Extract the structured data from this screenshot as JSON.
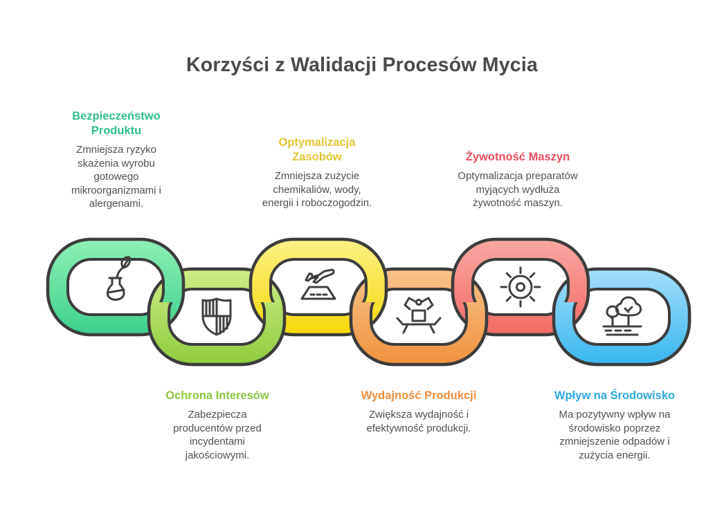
{
  "title": "Korzyści z Walidacji Procesów Mycia",
  "colors": {
    "title_text": "#4a4a4a",
    "body_text": "#4f4f4f",
    "chain_outline": "#3c3c3c",
    "icon_stroke": "#3f3f3f",
    "background": "#ffffff"
  },
  "benefits": [
    {
      "id": "product-safety",
      "heading": "Bezpieczeństwo\nProduktu",
      "body": "Zmniejsza ryzyko\nskażenia wyrobu\ngotowego\nmikroorganizmami i\nalergenami.",
      "heading_color": "#2fbe8c",
      "icon": "flask-plant-icon",
      "row": "top",
      "link_colors": {
        "top": "#8ff0b6",
        "bottom": "#3dd08d"
      }
    },
    {
      "id": "interest-protection",
      "heading": "Ochrona Interesów",
      "body": "Zabezpiecza\nproducentów przed\nincydentami\njakościowymi.",
      "heading_color": "#8cc63f",
      "icon": "shield-icon",
      "row": "bottom",
      "link_colors": {
        "top": "#cfec85",
        "bottom": "#8fcc3f"
      }
    },
    {
      "id": "resource-optimization",
      "heading": "Optymalizacja\nZasobów",
      "body": "Zmniejsza zużycie\nchemikaliów, wody,\nenergii i roboczogodzin.",
      "heading_color": "#e2c530",
      "icon": "plane-takeoff-icon",
      "row": "top",
      "link_colors": {
        "top": "#fbf187",
        "bottom": "#f6d90a"
      }
    },
    {
      "id": "production-efficiency",
      "heading": "Wydajność Produkcji",
      "body": "Zwiększa wydajność i\nefektywność produkcji.",
      "heading_color": "#ef8e3c",
      "icon": "robot-gripper-icon",
      "row": "bottom",
      "link_colors": {
        "top": "#f9c28a",
        "bottom": "#f0923e"
      }
    },
    {
      "id": "machine-lifespan",
      "heading": "Żywotność Maszyn",
      "body": "Optymalizacja preparatów\nmyjących wydłuża\nżywotność maszyn.",
      "heading_color": "#ea4f5c",
      "icon": "gear-icon",
      "row": "top",
      "link_colors": {
        "top": "#faa8a3",
        "bottom": "#f26a64"
      }
    },
    {
      "id": "environment-impact",
      "heading": "Wpływ na Środowisko",
      "body": "Ma pozytywny wpływ na\nśrodowisko poprzez\nzmniejszenie odpadów i\nzużycia energii.",
      "heading_color": "#2ba9e0",
      "icon": "trees-icon",
      "row": "bottom",
      "link_colors": {
        "top": "#a5dffa",
        "bottom": "#38b6f0"
      }
    }
  ]
}
